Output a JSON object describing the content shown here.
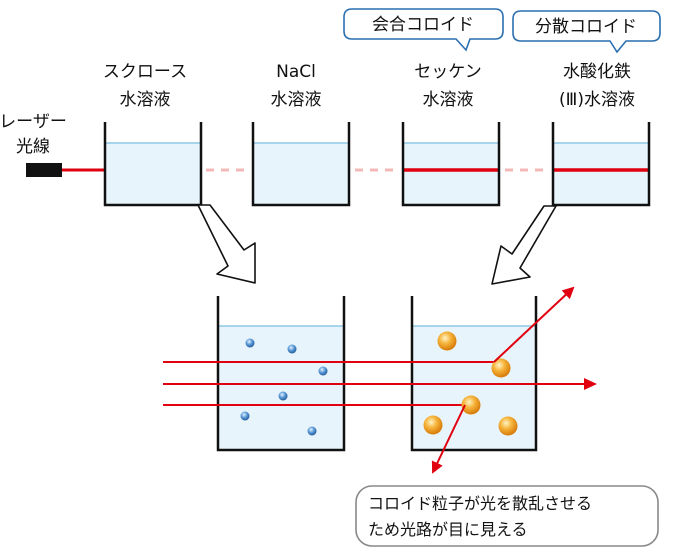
{
  "callouts": {
    "associated_colloid": "会合コロイド",
    "dispersed_colloid": "分散コロイド"
  },
  "laser": {
    "line1": "レーザー",
    "line2": "光線"
  },
  "beakers": [
    {
      "name_line1": "スクロース",
      "name_line2": "水溶液",
      "beam_visible": false
    },
    {
      "name_line1": "NaCl",
      "name_line2": "水溶液",
      "beam_visible": false
    },
    {
      "name_line1": "セッケン",
      "name_line2": "水溶液",
      "beam_visible": true
    },
    {
      "name_line1": "水酸化鉄",
      "name_line2": "(Ⅲ)水溶液",
      "beam_visible": true
    }
  ],
  "explanation": {
    "line1": "コロイド粒子が光を散乱させる",
    "line2": "ため光路が目に見える"
  },
  "colors": {
    "laser_beam": "#e00010",
    "faint_beam": "#f4b8b8",
    "water": "#e8f4fb",
    "water_surface": "#8ec9e6",
    "callout_border": "#2a6fb0",
    "colloid_particle": "#f0a020",
    "small_particle": "#4a86c8"
  },
  "icons": {
    "laser_source": "black-rectangle-laser-icon",
    "zoom_arrow": "hollow-arrow-icon"
  }
}
